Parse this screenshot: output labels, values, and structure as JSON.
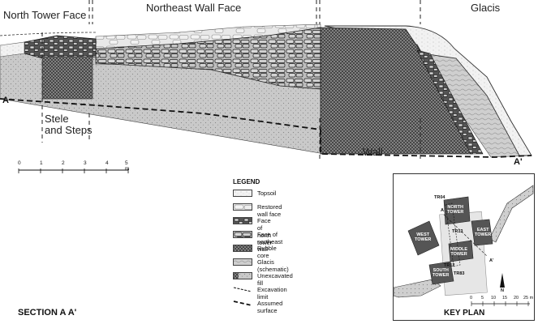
{
  "section": {
    "zones": {
      "north_tower_face": "North Tower Face",
      "northeast_wall_face": "Northeast Wall Face",
      "glacis": "Glacis",
      "stele": "Stele\nand Steps",
      "wall": "Wall"
    },
    "points": {
      "a": "A",
      "a_prime": "A'"
    },
    "title": "SECTION A A'"
  },
  "scale": {
    "ticks": [
      "0",
      "1",
      "2",
      "3",
      "4",
      "5 m"
    ]
  },
  "legend": {
    "title": "LEGEND",
    "items": [
      {
        "label": "Topsoil"
      },
      {
        "label": "Restored wall face"
      },
      {
        "label": "Face of north tower"
      },
      {
        "label": "Face of northeast wall"
      },
      {
        "label": "Rubble core"
      },
      {
        "label": "Glacis (schematic)"
      },
      {
        "label": "Unexcavated fill"
      },
      {
        "label": "Excavation limit"
      },
      {
        "label": "Assumed surface"
      }
    ]
  },
  "key_plan": {
    "title": "KEY PLAN",
    "towers": {
      "north": "NORTH\nTOWER",
      "west": "WEST\nTOWER",
      "east": "EAST\nTOWER",
      "middle": "MIDDLE\nTOWER",
      "south": "SOUTH\nTOWER"
    },
    "trenches": {
      "tr04": "TR04",
      "tr13": "TR13",
      "tr12": "TR12",
      "tr83": "TR83"
    },
    "section_marks": {
      "a": "A",
      "a_prime": "A'"
    },
    "north_arrow": "N",
    "scale_ticks": [
      "0",
      "5",
      "10",
      "15",
      "20",
      "25 m"
    ]
  }
}
